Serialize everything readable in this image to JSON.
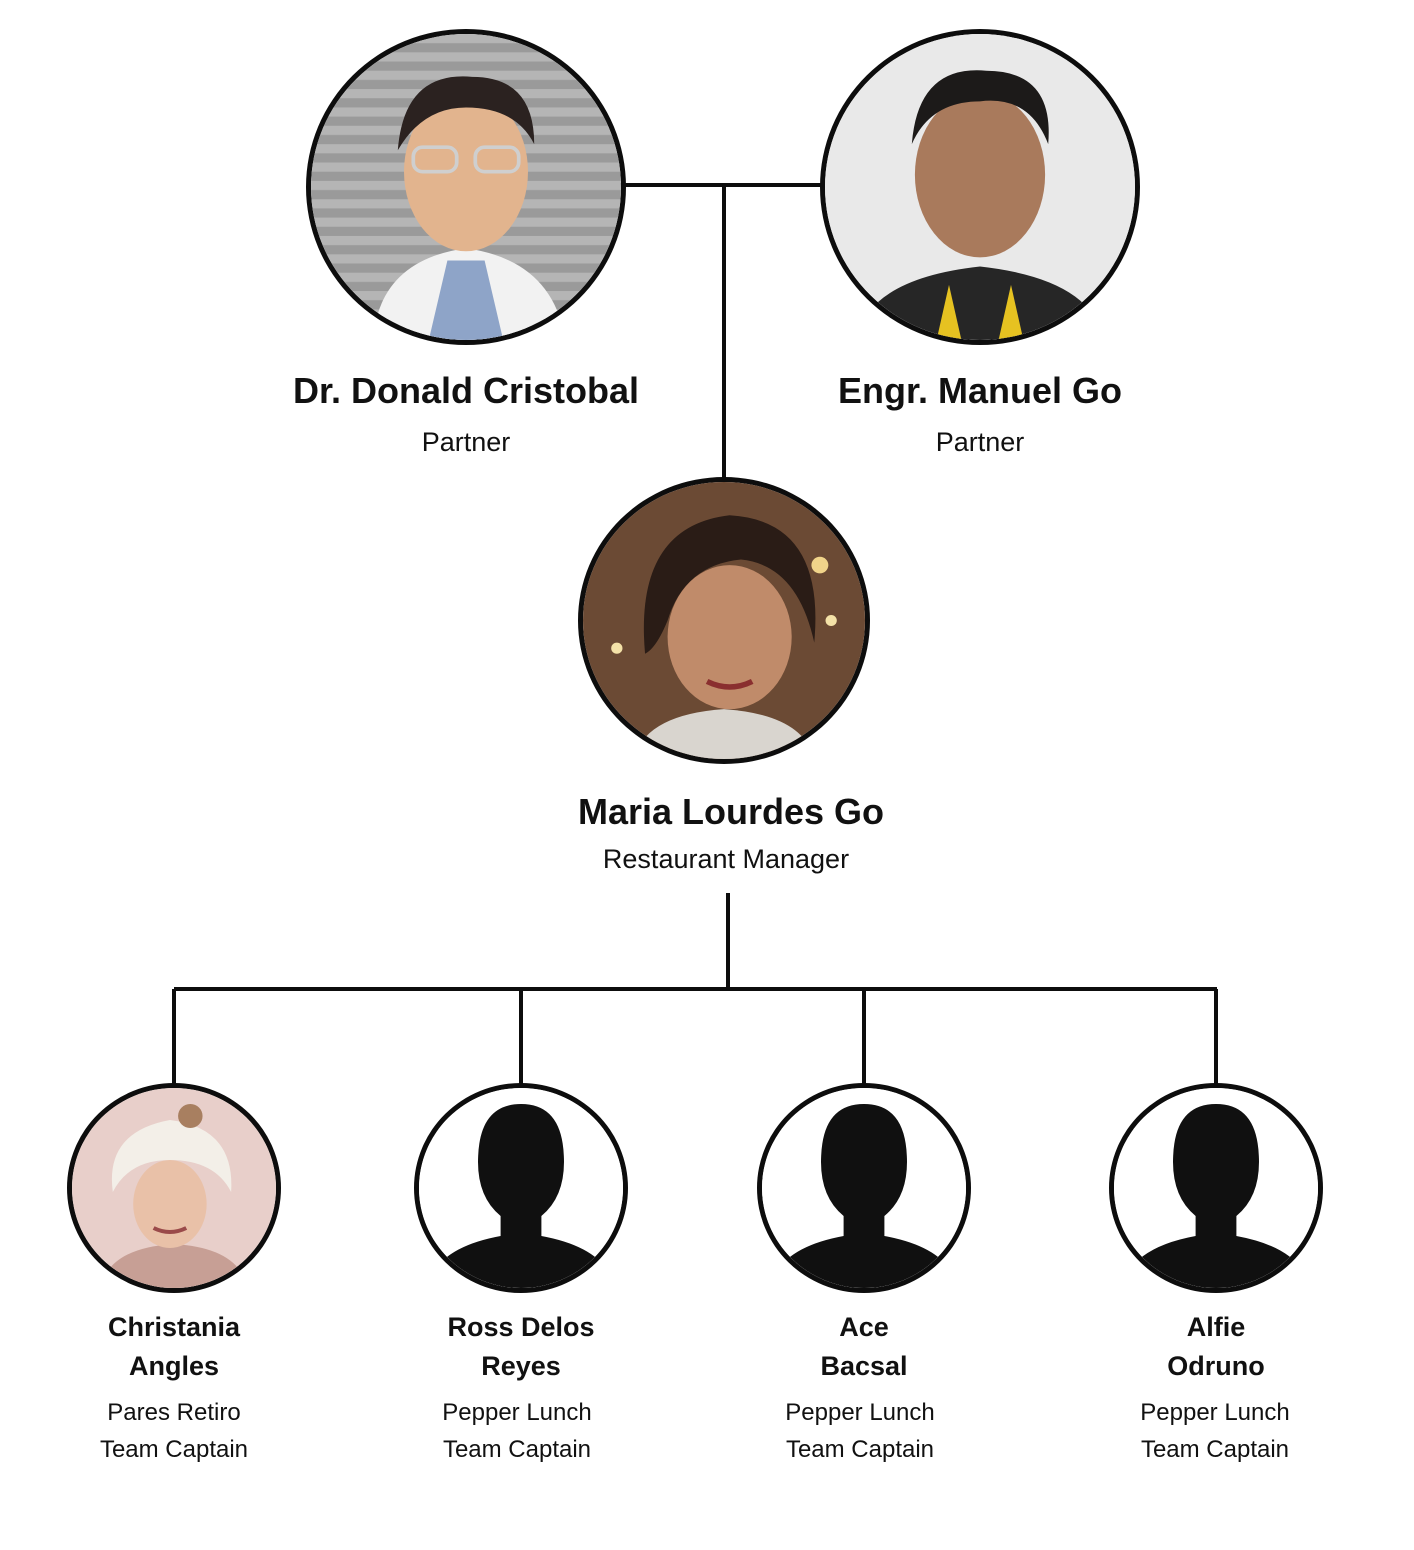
{
  "partners": [
    {
      "name": "Dr. Donald Cristobal",
      "role": "Partner"
    },
    {
      "name": "Engr. Manuel Go",
      "role": "Partner"
    }
  ],
  "manager": {
    "name": "Maria Lourdes Go",
    "role": "Restaurant Manager"
  },
  "team": [
    {
      "name_line1": "Christania",
      "name_line2": "Angles",
      "role_line1": "Pares Retiro",
      "role_line2": "Team Captain"
    },
    {
      "name_line1": "Ross Delos",
      "name_line2": "Reyes",
      "role_line1": "Pepper Lunch",
      "role_line2": "Team Captain"
    },
    {
      "name_line1": "Ace",
      "name_line2": "Bacsal",
      "role_line1": "Pepper Lunch",
      "role_line2": "Team Captain"
    },
    {
      "name_line1": "Alfie",
      "name_line2": "Odruno",
      "role_line1": "Pepper Lunch",
      "role_line2": "Team Captain"
    }
  ]
}
